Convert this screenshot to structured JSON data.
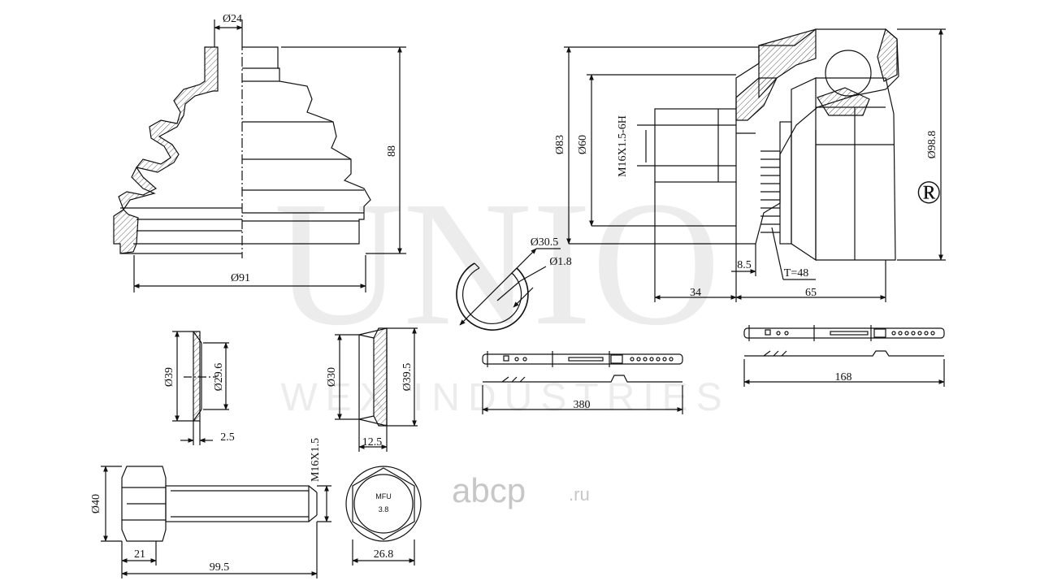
{
  "watermark": {
    "brand": "UNIO",
    "registered": "®",
    "company": "WEX INDUSTRIES",
    "site": "abcp",
    "site_tld": ".ru"
  },
  "boot": {
    "d_top": "Ø24",
    "height": "88",
    "d_bottom": "Ø91"
  },
  "joint": {
    "d83": "Ø83",
    "d60": "Ø60",
    "thread": "M16X1.5-6H",
    "d_outer": "Ø98.8",
    "dim_8_5": "8.5",
    "teeth": "T=48",
    "len_34": "34",
    "len_65": "65"
  },
  "circlip": {
    "d": "Ø30.5",
    "wire": "Ø1.8"
  },
  "washer": {
    "d_outer": "Ø39",
    "d_inner": "Ø29.6",
    "thickness": "2.5"
  },
  "sleeve": {
    "d_inner": "Ø30",
    "d_outer": "Ø39.5",
    "width": "12.5"
  },
  "clamp_large": {
    "length": "380"
  },
  "clamp_small": {
    "length": "168"
  },
  "bolt": {
    "thread": "M16X1.5",
    "head_d": "Ø40",
    "head_h": "21",
    "length": "99.5",
    "marking_1": "MFU",
    "marking_2": "3.8",
    "across_flats": "26.8"
  }
}
